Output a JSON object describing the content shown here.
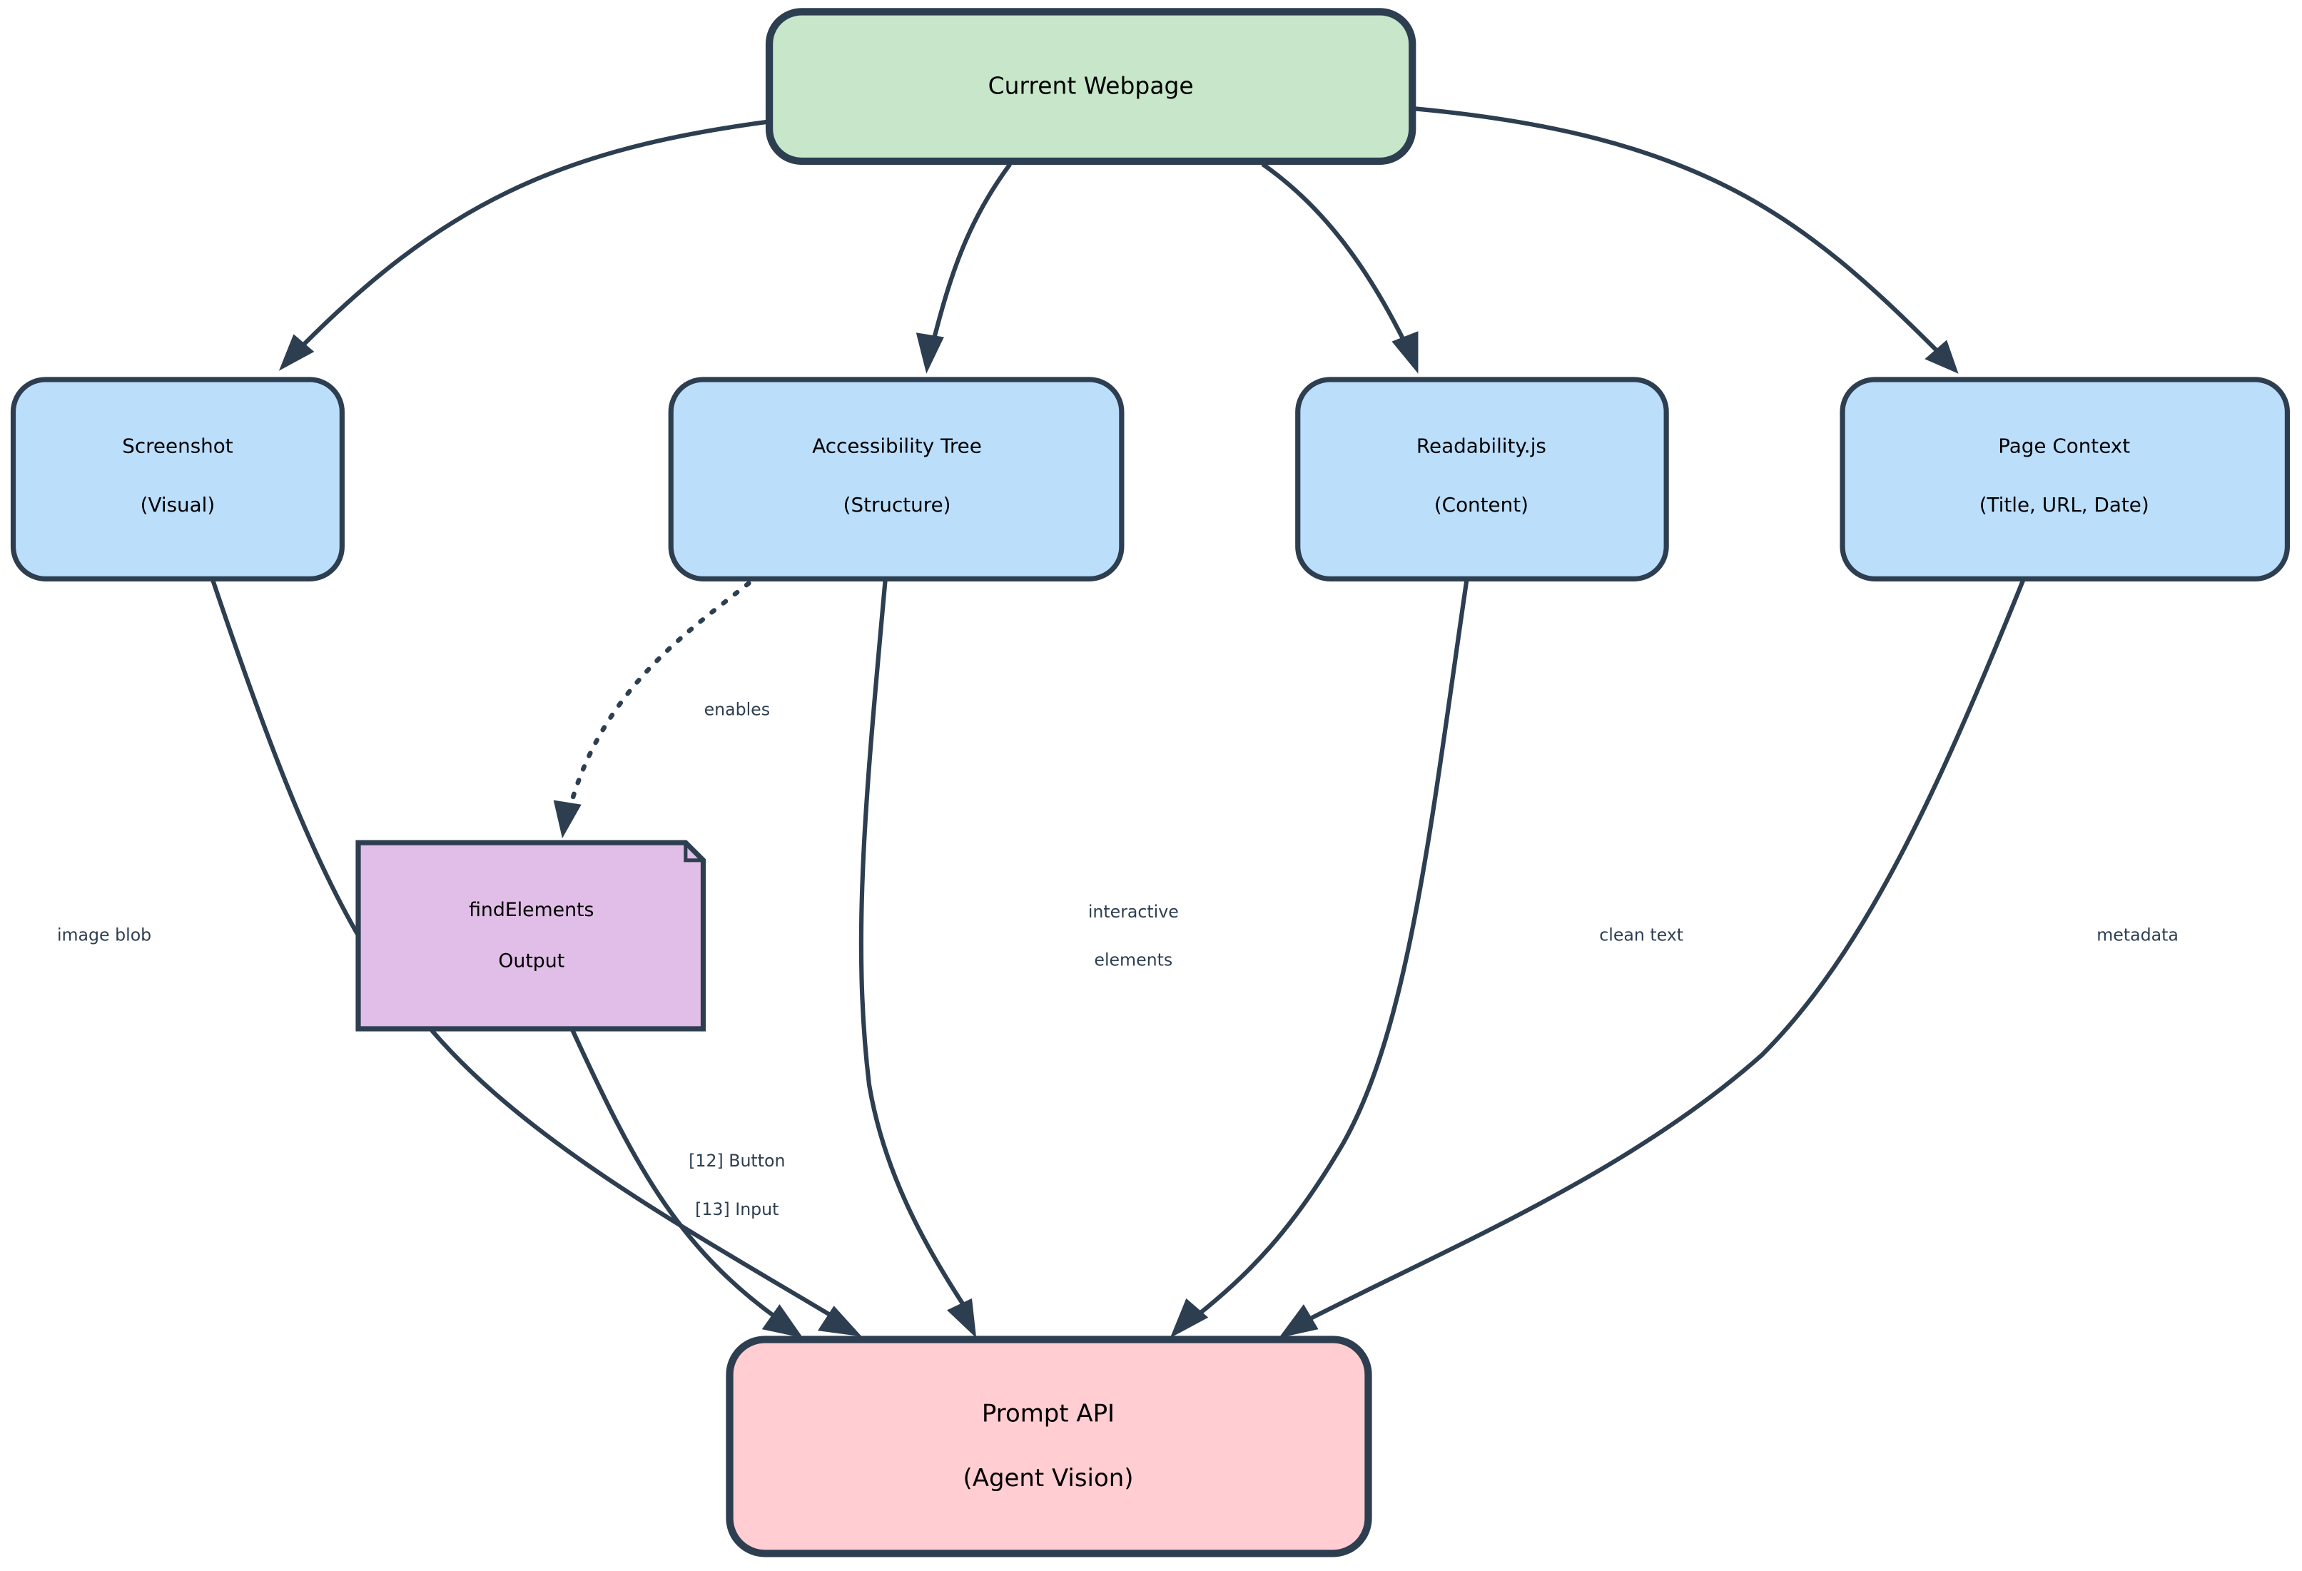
{
  "diagram": {
    "type": "flowchart",
    "colors": {
      "source_fill": "#c8e6c9",
      "input_fill": "#bbdefb",
      "output_fill": "#e1bee7",
      "target_fill": "#ffcdd2",
      "stroke": "#2d3e50",
      "label_text": "#2d3e50"
    },
    "nodes": {
      "current_webpage": {
        "lines": [
          "Current Webpage"
        ]
      },
      "screenshot": {
        "lines": [
          "Screenshot",
          "(Visual)"
        ]
      },
      "accessibility_tree": {
        "lines": [
          "Accessibility Tree",
          "(Structure)"
        ]
      },
      "readability": {
        "lines": [
          "Readability.js",
          "(Content)"
        ]
      },
      "page_context": {
        "lines": [
          "Page Context",
          "(Title, URL, Date)"
        ]
      },
      "find_elements": {
        "lines": [
          "findElements",
          "Output"
        ]
      },
      "prompt_api": {
        "lines": [
          "Prompt API",
          "(Agent Vision)"
        ]
      }
    },
    "edges": [
      {
        "from": "current_webpage",
        "to": "screenshot",
        "label": []
      },
      {
        "from": "current_webpage",
        "to": "accessibility_tree",
        "label": []
      },
      {
        "from": "current_webpage",
        "to": "readability",
        "label": []
      },
      {
        "from": "current_webpage",
        "to": "page_context",
        "label": []
      },
      {
        "from": "accessibility_tree",
        "to": "find_elements",
        "style": "dotted",
        "label": [
          "enables"
        ]
      },
      {
        "from": "screenshot",
        "to": "prompt_api",
        "label": [
          "image blob"
        ]
      },
      {
        "from": "find_elements",
        "to": "prompt_api",
        "label": [
          "[12] Button",
          "[13] Input"
        ]
      },
      {
        "from": "accessibility_tree",
        "to": "prompt_api",
        "label": [
          "interactive",
          "elements"
        ]
      },
      {
        "from": "readability",
        "to": "prompt_api",
        "label": [
          "clean text"
        ]
      },
      {
        "from": "page_context",
        "to": "prompt_api",
        "label": [
          "metadata"
        ]
      }
    ]
  }
}
